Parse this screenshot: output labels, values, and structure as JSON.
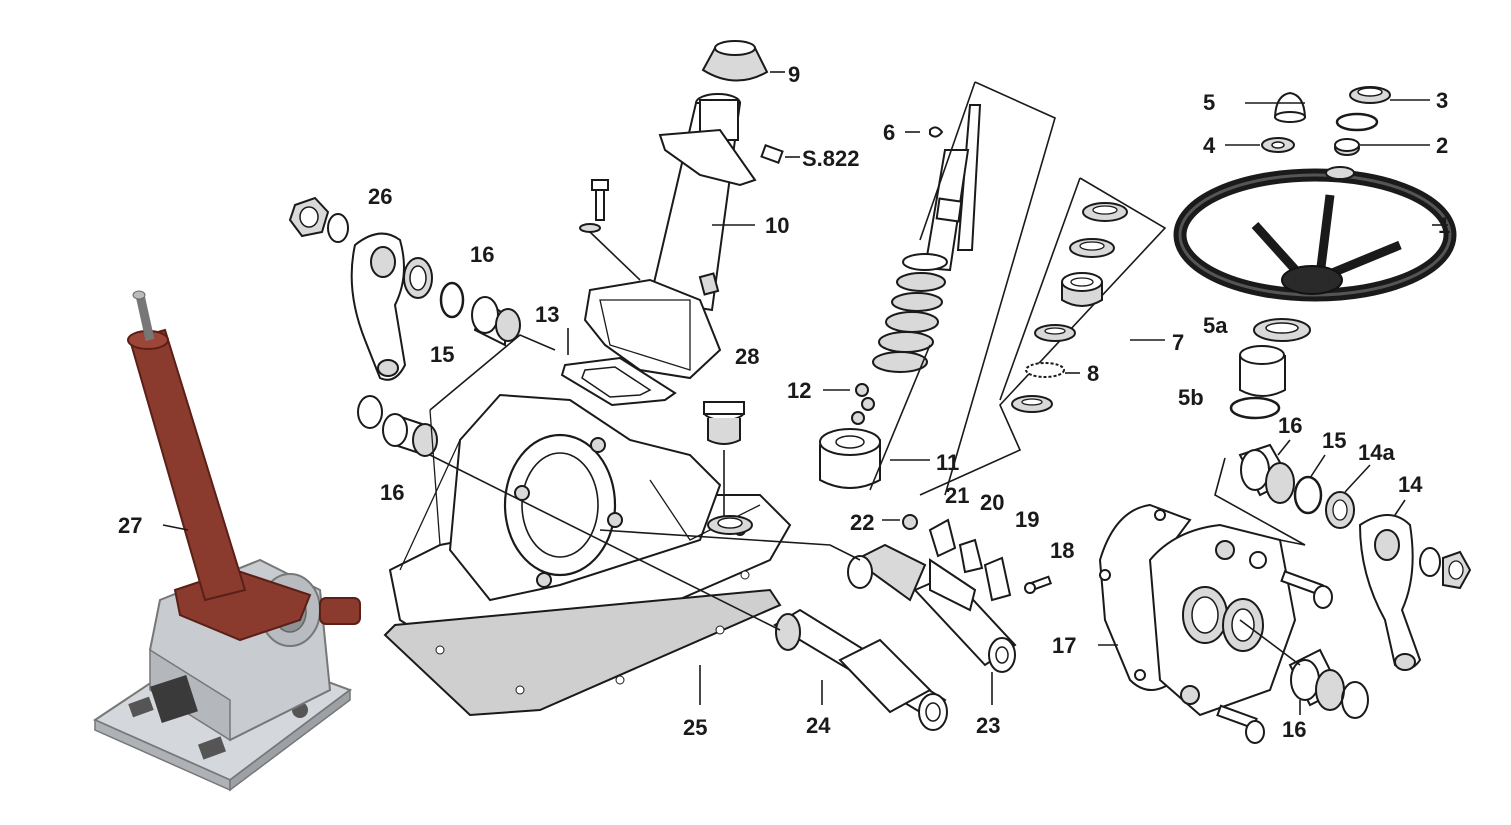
{
  "colors": {
    "background": "#ffffff",
    "ink": "#1a1a1a",
    "column_red": "#8b3a2e",
    "housing_gray": "#c8cbcf"
  },
  "labels": {
    "p1": "1",
    "p2": "2",
    "p3": "3",
    "p4": "4",
    "p5": "5",
    "p5a": "5a",
    "p5b": "5b",
    "p6": "6",
    "p7": "7",
    "p8": "8",
    "p9": "9",
    "p10": "10",
    "p11": "11",
    "p12": "12",
    "p13": "13",
    "p14": "14",
    "p14a": "14a",
    "p15_left": "15",
    "p15_right": "15",
    "p16_top": "16",
    "p16_left": "16",
    "p16_right_top": "16",
    "p16_right_bottom": "16",
    "p17": "17",
    "p18": "18",
    "p19": "19",
    "p20": "20",
    "p21": "21",
    "p22": "22",
    "p23": "23",
    "p24": "24",
    "p25": "25",
    "p26": "26",
    "p27": "27",
    "p28": "28",
    "s822": "S.822"
  }
}
